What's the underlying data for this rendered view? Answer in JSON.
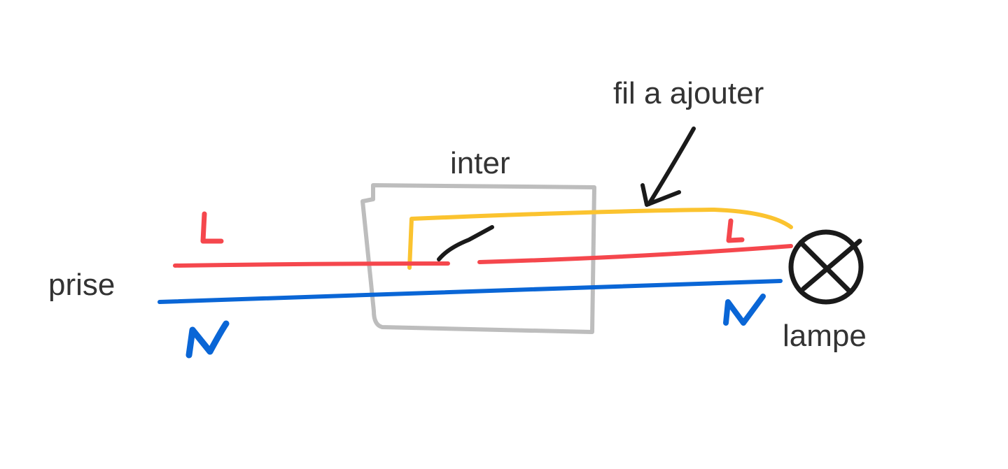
{
  "labels": {
    "prise": "prise",
    "inter": "inter",
    "lampe": "lampe",
    "fil_a_ajouter": "fil a ajouter"
  },
  "markers": {
    "line_left": "L",
    "neutral_left": "N",
    "line_right": "L",
    "neutral_right": "N"
  },
  "colors": {
    "line": "#f5474d",
    "neutral": "#0a66d6",
    "added_wire": "#fbc32f",
    "switch_box": "#bdbdbd",
    "ink": "#1a1a1a",
    "text": "#333333"
  }
}
